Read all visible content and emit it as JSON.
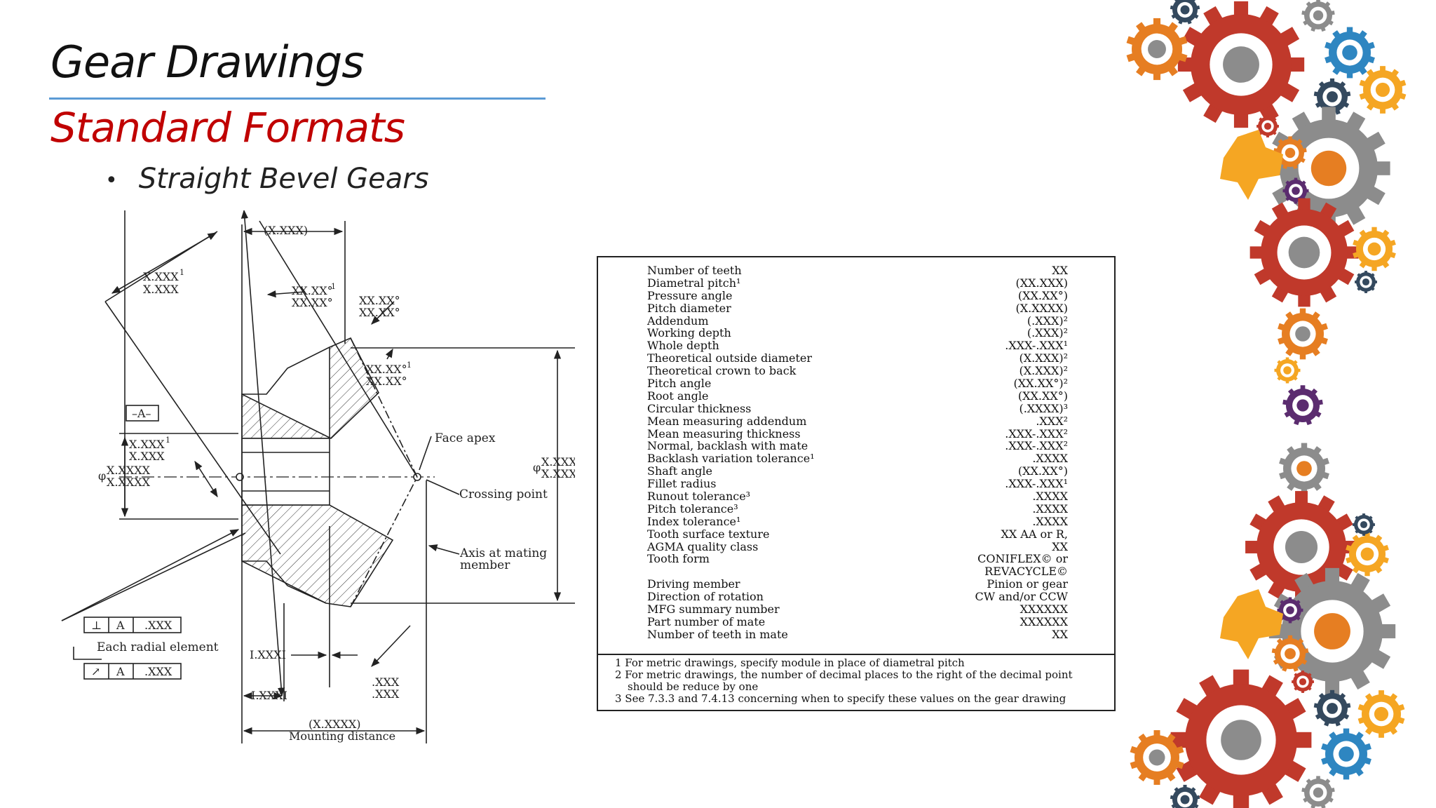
{
  "slide": {
    "title": "Gear Drawings",
    "subtitle": "Standard Formats",
    "bullet": "Straight Bevel Gears"
  },
  "drawing": {
    "labels": {
      "top_dim": "(X.XXX)",
      "left_dim_1": "X.XXX",
      "left_dim_1_sup": "1",
      "left_dim_2": "X.XXX",
      "ang_1a": "XX.XX°",
      "ang_1a_sup": "1",
      "ang_1b": "XX.XX°",
      "ang_2a": "XX.XX°",
      "ang_2b": "XX.XX°",
      "ang_3a": "XX.XX°",
      "ang_3a_sup": "1",
      "ang_3b": "XX.XX°",
      "datum": "–A–",
      "bore_dim_1": "X.XXX",
      "bore_dim_1_sup": "1",
      "bore_dim_2": "X.XXX",
      "bore_phi": "φ",
      "bore_dia_1": "X.XXXX",
      "bore_dia_2": "X.XXXX",
      "face_apex": "Face apex",
      "crossing_point": "Crossing point",
      "od_phi": "φ",
      "od_dia_1": "X.XXX",
      "od_dia_2": "X.XXX",
      "axis_mating_1": "Axis at mating",
      "axis_mating_2": "member",
      "fcf1_sym": "⊥",
      "fcf1_datum": "A",
      "fcf1_tol": ".XXX",
      "each_radial": "Each radial element",
      "fcf2_sym": "↗",
      "fcf2_datum": "A",
      "fcf2_tol": ".XXX",
      "hub_dim_1": "I.XXXI",
      "hub_dim_2": "I.XXXI",
      "small_dim_1": ".XXX",
      "small_dim_2": ".XXX",
      "mount_dim": "(X.XXXX)",
      "mount_label": "Mounting distance"
    }
  },
  "table": {
    "rows": [
      {
        "label": "Number of teeth",
        "value": "XX"
      },
      {
        "label": "Diametral pitch¹",
        "value": "(XX.XXX)"
      },
      {
        "label": "Pressure angle",
        "value": "(XX.XX°)"
      },
      {
        "label": "Pitch diameter",
        "value": "(X.XXXX)"
      },
      {
        "label": "Addendum",
        "value": "(.XXX)²"
      },
      {
        "label": "Working depth",
        "value": "(.XXX)²"
      },
      {
        "label": "Whole depth",
        "value": ".XXX-.XXX¹"
      },
      {
        "label": "Theoretical outside diameter",
        "value": "(X.XXX)²"
      },
      {
        "label": "Theoretical crown to back",
        "value": "(X.XXX)²"
      },
      {
        "label": "Pitch angle",
        "value": "(XX.XX°)²"
      },
      {
        "label": "Root angle",
        "value": "(XX.XX°)"
      },
      {
        "label": "Circular thickness",
        "value": "(.XXXX)³"
      },
      {
        "label": "Mean measuring addendum",
        "value": ".XXX²"
      },
      {
        "label": "Mean measuring thickness",
        "value": ".XXX-.XXX²"
      },
      {
        "label": "Normal, backlash with mate",
        "value": ".XXX-.XXX²"
      },
      {
        "label": "Backlash variation tolerance¹",
        "value": ".XXXX"
      },
      {
        "label": "Shaft angle",
        "value": "(XX.XX°)"
      },
      {
        "label": "Fillet radius",
        "value": ".XXX-.XXX¹"
      },
      {
        "label": "Runout tolerance³",
        "value": ".XXXX"
      },
      {
        "label": "Pitch tolerance³",
        "value": ".XXXX"
      },
      {
        "label": "Index tolerance¹",
        "value": ".XXXX"
      },
      {
        "label": "Tooth surface texture",
        "value": "XX AA or R,"
      },
      {
        "label": "AGMA quality class",
        "value": "XX"
      },
      {
        "label": "Tooth form",
        "value": "CONIFLEX© or"
      },
      {
        "label": "",
        "value": "REVACYCLE©"
      },
      {
        "label": "Driving member",
        "value": "Pinion or gear"
      },
      {
        "label": "Direction of rotation",
        "value": "CW and/or CCW"
      },
      {
        "label": "MFG summary number",
        "value": "XXXXXX"
      },
      {
        "label": "Part number of mate",
        "value": "XXXXXX"
      },
      {
        "label": "Number of teeth in mate",
        "value": "XX"
      }
    ],
    "notes": [
      "1  For metric drawings, specify module in place of diametral pitch",
      "2  For metric drawings, the number of decimal places to the right of the decimal point should be reduce by one",
      "3  See 7.3.3 and 7.4.13 concerning when to specify these values on the gear drawing"
    ]
  },
  "decoration": {
    "colors": {
      "red": "#c0392b",
      "gray": "#8c8c8c",
      "orange": "#e67e22",
      "yellow": "#f5a623",
      "blue": "#2e86c1",
      "navy": "#34495e",
      "purple": "#5b2c6f",
      "green": "#7cb342"
    }
  }
}
